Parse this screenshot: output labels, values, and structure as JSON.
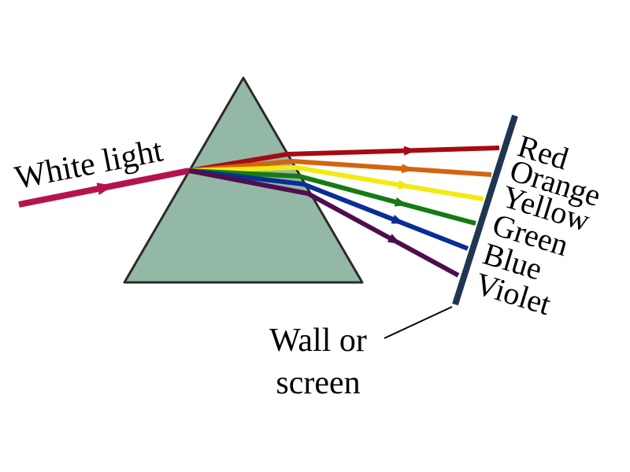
{
  "incident_label": "White light",
  "colors": [
    {
      "label": "Red",
      "hex": "#a50b14"
    },
    {
      "label": "Orange",
      "hex": "#d4640f"
    },
    {
      "label": "Yellow",
      "hex": "#f2ea12"
    },
    {
      "label": "Green",
      "hex": "#167a14"
    },
    {
      "label": "Blue",
      "hex": "#0a2e96"
    },
    {
      "label": "Violet",
      "hex": "#4e0e4e"
    }
  ],
  "screen_label": {
    "line1": "Wall or",
    "line2": "screen"
  },
  "palette": {
    "prism_fill": "#93b8a5",
    "prism_stroke": "#2b2b2b",
    "white_light": "#b5134e",
    "screen": "#1f3550"
  }
}
